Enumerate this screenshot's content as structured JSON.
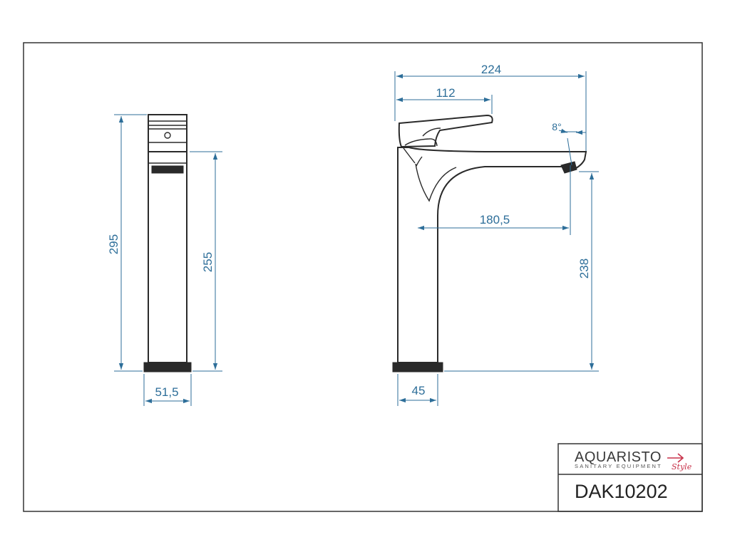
{
  "dimensions": {
    "side_total_height": "295",
    "side_body_height": "255",
    "side_base_width": "51,5",
    "front_total_width": "224",
    "front_handle_width": "112",
    "spout_angle": "8°",
    "spout_reach": "180,5",
    "spout_height": "238",
    "front_base_width": "45"
  },
  "title_block": {
    "brand": "AQUARISTO",
    "tagline": "SANITARY EQUIPMENT",
    "script": "Style",
    "model_code": "DAK10202"
  },
  "colors": {
    "dimension": "#2d6e99",
    "outline": "#2a2a2a",
    "logo_accent": "#c8324a"
  }
}
